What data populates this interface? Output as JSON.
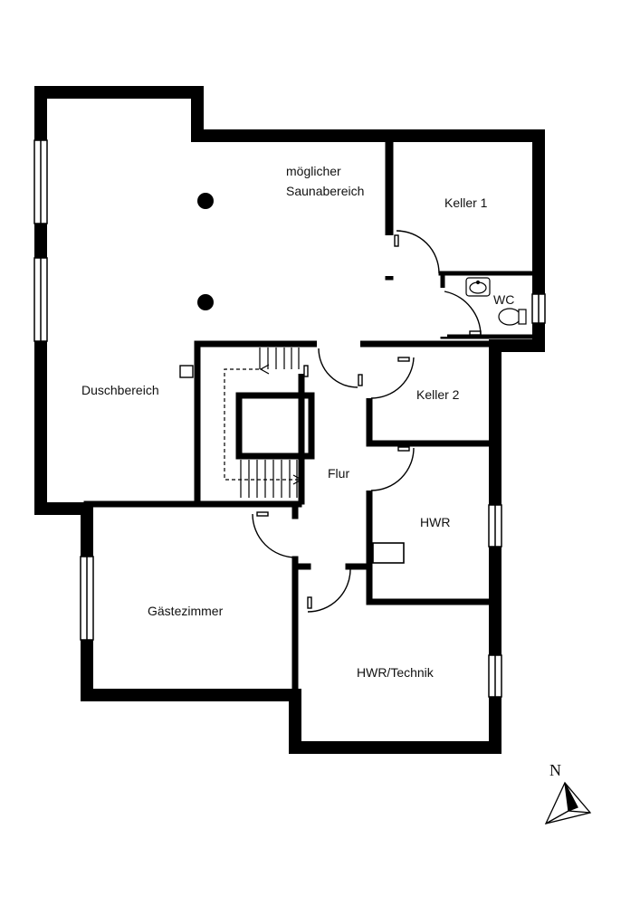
{
  "floor_plan": {
    "rooms": {
      "sauna_line1": "möglicher",
      "sauna_line2": "Saunabereich",
      "keller1": "Keller 1",
      "wc": "WC",
      "duschbereich": "Duschbereich",
      "keller2": "Keller 2",
      "flur": "Flur",
      "hwr": "HWR",
      "gaestezimmer": "Gästezimmer",
      "hwr_technik": "HWR/Technik"
    },
    "compass": {
      "label": "N"
    },
    "colors": {
      "wall": "#000000",
      "background": "#ffffff"
    }
  }
}
